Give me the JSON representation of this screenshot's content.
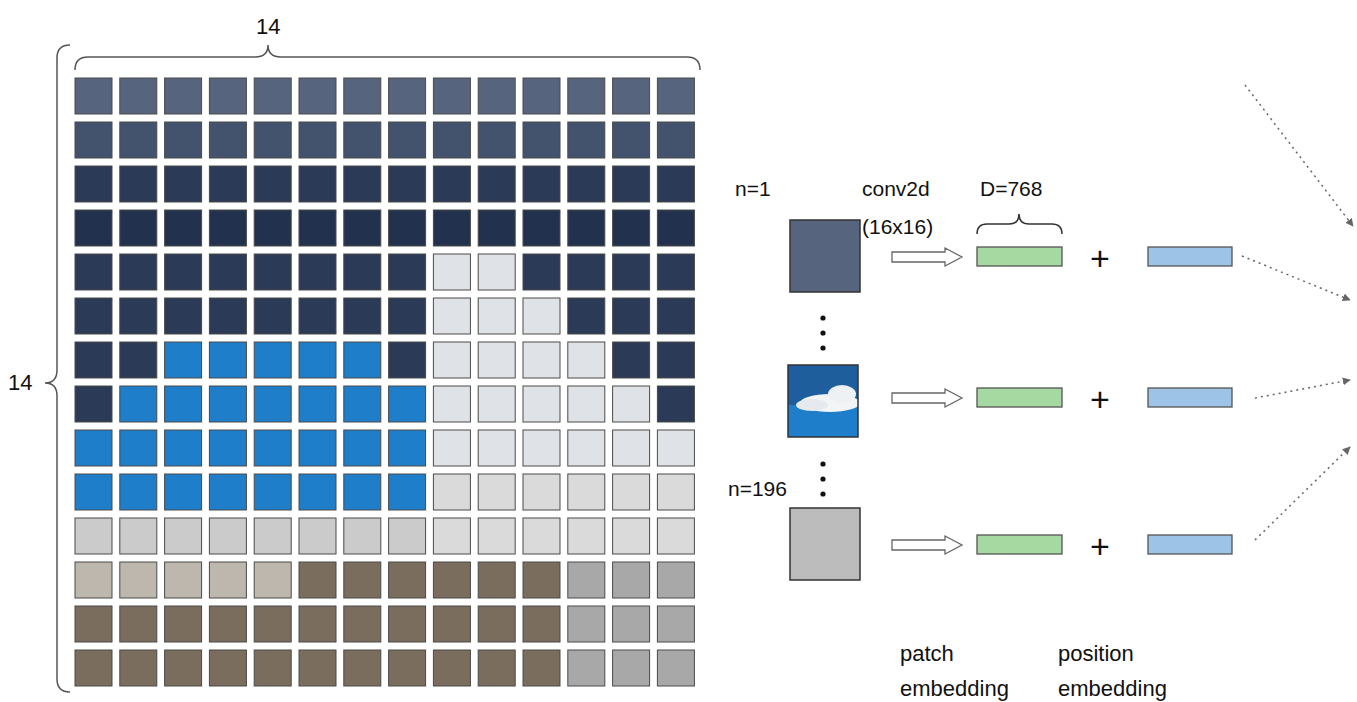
{
  "diagram": {
    "labels": [
      "14",
      "14",
      "n=1",
      "conv2d (16x16)",
      "D=768",
      "+",
      "+",
      "n=196",
      "+",
      "patch embedding",
      "position embedding"
    ]
  }
}
